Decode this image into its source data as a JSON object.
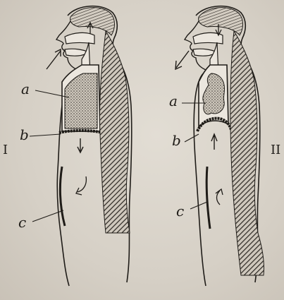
{
  "colors": {
    "ink": "#1f1c18",
    "paper": "#d8d2c8"
  },
  "figures": [
    {
      "numeral": "I",
      "labels": {
        "a": "a",
        "b": "b",
        "c": "c"
      }
    },
    {
      "numeral": "II",
      "labels": {
        "a": "a",
        "b": "b",
        "c": "c"
      }
    }
  ]
}
